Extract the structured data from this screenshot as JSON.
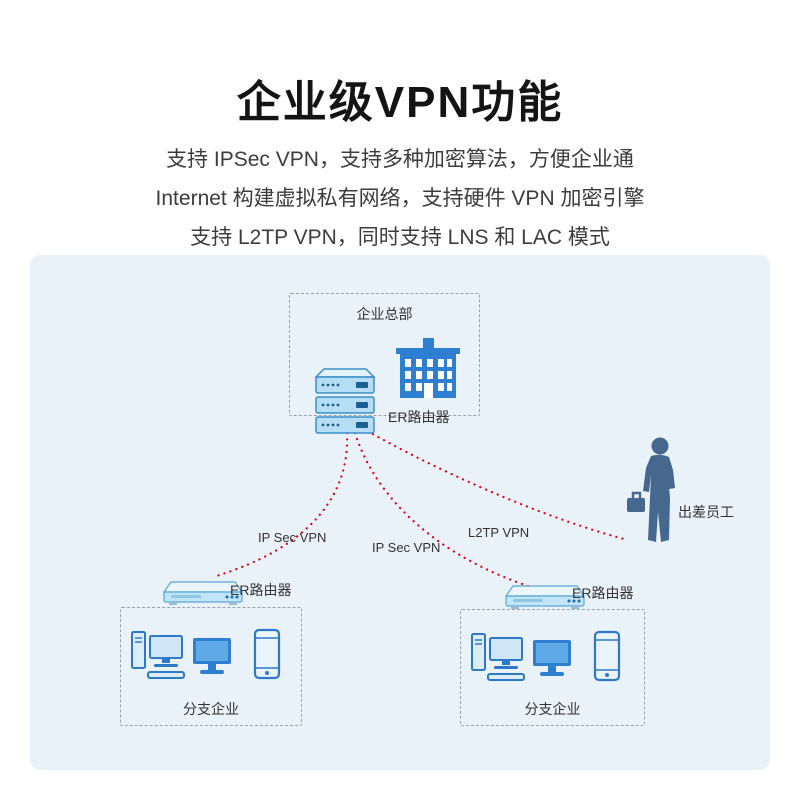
{
  "page": {
    "title": "企业级VPN功能",
    "description_lines": [
      "支持 IPSec VPN，支持多种加密算法，方便企业通",
      "Internet 构建虚拟私有网络，支持硬件 VPN 加密引擎",
      "支持 L2TP VPN，同时支持 LNS 和 LAC 模式"
    ]
  },
  "diagram": {
    "hq": {
      "label": "企业总部",
      "router_label": "ER路由器"
    },
    "links": [
      {
        "id": "ipsec-left",
        "label": "IP Sec VPN"
      },
      {
        "id": "ipsec-right",
        "label": "IP Sec VPN"
      },
      {
        "id": "l2tp",
        "label": "L2TP VPN"
      }
    ],
    "branch_left": {
      "router_label": "ER路由器",
      "label": "分支企业"
    },
    "branch_right": {
      "router_label": "ER路由器",
      "label": "分支企业"
    },
    "traveler": {
      "label": "出差员工"
    },
    "icons": {
      "hq_router": "rack-router-stack-icon",
      "hq_building": "office-building-icon",
      "branch_router": "desktop-router-icon",
      "branch_devices": [
        "desktop-pc-icon",
        "monitor-icon",
        "smartphone-icon"
      ],
      "traveler": "business-traveler-icon"
    },
    "colors": {
      "panel_bg": "#e9f1f9",
      "brand_blue": "#2e7fd1",
      "device_light_blue": "#c2e4f7",
      "link_red": "#e60012",
      "dash_gray": "#98a2ac",
      "text_dark": "#333333"
    }
  }
}
